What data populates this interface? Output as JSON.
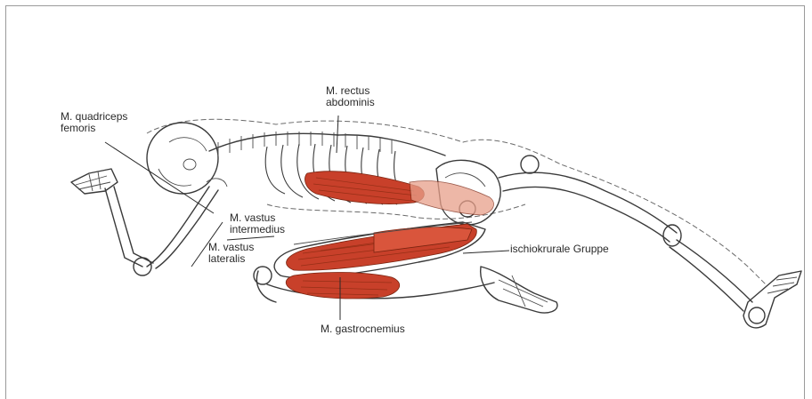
{
  "labels": {
    "rectus_line1": "M. rectus",
    "rectus_line2": "abdominis",
    "quadriceps_line1": "M. quadriceps",
    "quadriceps_line2": "femoris",
    "vastus_int_line1": "M. vastus",
    "vastus_int_line2": "intermedius",
    "vastus_lat_line1": "M. vastus",
    "vastus_lat_line2": "lateralis",
    "ischio": "ischiokrurale Gruppe",
    "gastro": "M. gastrocnemius"
  },
  "colors": {
    "muscle": "#c8402a",
    "muscle_light": "#e07a5c",
    "bone": "#3a3a3a"
  }
}
